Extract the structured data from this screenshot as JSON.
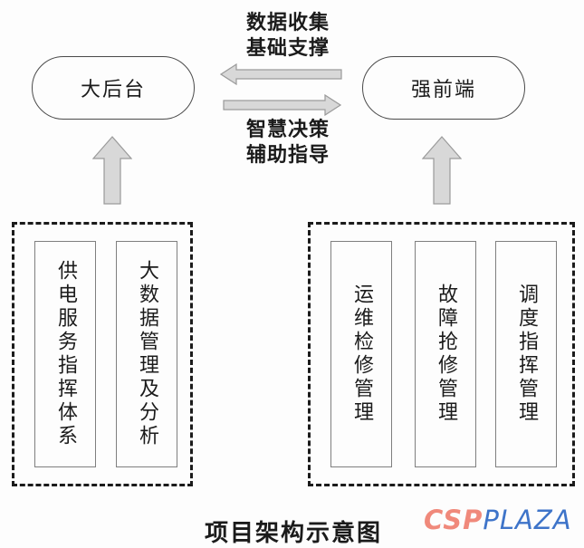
{
  "diagram": {
    "nodes": {
      "backend": {
        "label": "大后台"
      },
      "frontend": {
        "label": "强前端"
      }
    },
    "flows": {
      "to_backend_caption_line1": "数据收集",
      "to_backend_caption_line2": "基础支撑",
      "to_frontend_caption_line1": "智慧决策",
      "to_frontend_caption_line2": "辅助指导"
    },
    "left_group": {
      "items": [
        {
          "label": "供电服务指挥体系"
        },
        {
          "label": "大数据管理及分析"
        }
      ]
    },
    "right_group": {
      "items": [
        {
          "label": "运维检修管理"
        },
        {
          "label": "故障抢修管理"
        },
        {
          "label": "调度指挥管理"
        }
      ]
    },
    "caption": "项目架构示意图",
    "logo": {
      "csp_text": "CSP",
      "plaza_text": "PLAZA",
      "csp_color": "#f0897b",
      "plaza_color": "#3e74c9"
    },
    "colors": {
      "arrow_fill": "#d8d8d8",
      "arrow_stroke": "#9a9a9a"
    }
  }
}
